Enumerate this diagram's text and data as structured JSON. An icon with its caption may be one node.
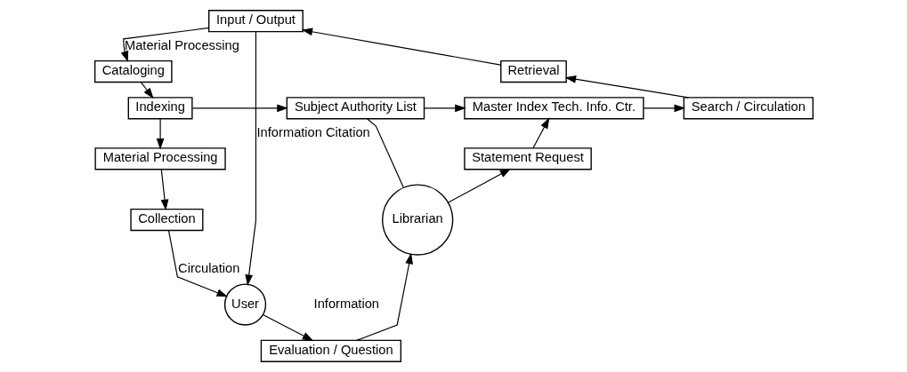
{
  "diagram": {
    "nodes": [
      {
        "text": [
          "Input / Output"
        ]
      },
      {
        "text": [
          "Cataloging"
        ]
      },
      {
        "text": [
          "Indexing"
        ]
      },
      {
        "text": [
          "Material Processing"
        ]
      },
      {
        "text": [
          "Collection"
        ]
      },
      {
        "text": [
          "Subject Authority List"
        ]
      },
      {
        "text": [
          "Master Index Tech. Info. Ctr."
        ]
      },
      {
        "text": [
          "Search / Circulation"
        ]
      },
      {
        "text": [
          "Retrieval"
        ]
      },
      {
        "text": [
          "Statement Request"
        ]
      },
      {
        "text": [
          "Librarian"
        ]
      },
      {
        "text": [
          "Evaluation / Question"
        ]
      },
      {
        "text": [
          "User"
        ]
      }
    ],
    "edges": [
      {
        "from": 0,
        "to": 1,
        "arrow": "to",
        "label": "Material Processing"
      },
      {
        "from": 1,
        "to": 2,
        "arrow": "to"
      },
      {
        "from": 2,
        "to": 3,
        "arrow": "to"
      },
      {
        "from": 3,
        "to": 4,
        "arrow": "to"
      },
      {
        "from": 2,
        "to": 5,
        "arrow": "to"
      },
      {
        "from": 5,
        "to": 6,
        "arrow": "to"
      },
      {
        "from": 6,
        "to": 7,
        "arrow": "to"
      },
      {
        "from": 7,
        "to": 8,
        "arrow": "to"
      },
      {
        "from": 8,
        "to": 0,
        "arrow": "to"
      },
      {
        "from": 9,
        "to": 6,
        "arrow": "to"
      },
      {
        "from": 5,
        "to": 10,
        "arrow": "none"
      },
      {
        "from": 10,
        "to": 9,
        "arrow": "to"
      },
      {
        "from": 11,
        "to": 10,
        "arrow": "to"
      },
      {
        "from": 12,
        "to": 11,
        "arrow": "to"
      },
      {
        "from": 4,
        "to": 12,
        "arrow": "to",
        "label": "Circulation"
      },
      {
        "from": 0,
        "to": 12,
        "arrow": "to",
        "label": "Information Citation"
      }
    ],
    "labels": [
      "Information"
    ]
  }
}
